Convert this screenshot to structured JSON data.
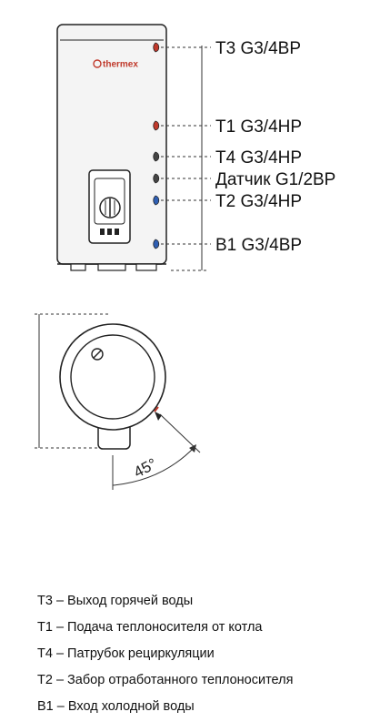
{
  "brand": {
    "logo_text": "thermex",
    "brand_color": "#c0392b"
  },
  "connections": [
    {
      "code": "T3",
      "label": "T3 G3/4BP",
      "marker_color": "#c0392b"
    },
    {
      "code": "T1",
      "label": "T1 G3/4HP",
      "marker_color": "#c0392b"
    },
    {
      "code": "T4",
      "label": "T4 G3/4HP",
      "marker_color": "#444444"
    },
    {
      "code": "sensor",
      "label": "Датчик G1/2BP",
      "marker_color": "#444444"
    },
    {
      "code": "T2",
      "label": "T2 G3/4HP",
      "marker_color": "#2f5fb3"
    },
    {
      "code": "B1",
      "label": "B1 G3/4BP",
      "marker_color": "#2f5fb3"
    }
  ],
  "angle_label": "45°",
  "legend": [
    "T3 – Выход горячей воды",
    "T1 – Подача теплоносителя от котла",
    "T4 – Патрубок рециркуляции",
    "T2 – Забор отработанного теплоносителя",
    "B1 – Вход холодной воды"
  ],
  "colors": {
    "body_fill": "#f4f4f4",
    "stroke": "#222222",
    "dim_line": "#333333"
  }
}
